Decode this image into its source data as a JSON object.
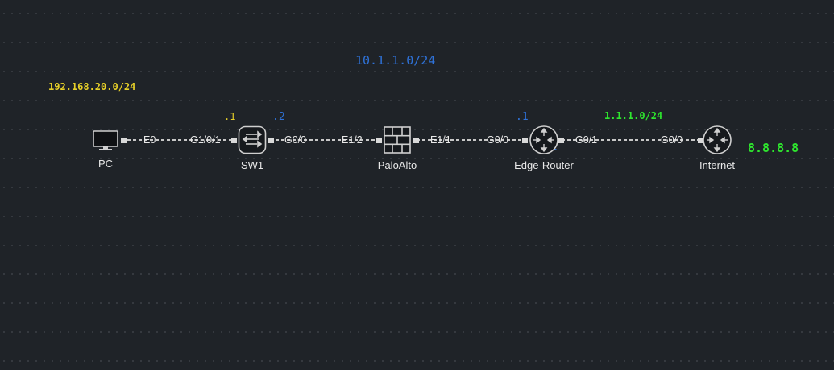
{
  "subnets": {
    "lan": "192.168.20.0/24",
    "transit": "10.1.1.0/24",
    "wan": "1.1.1.0/24",
    "internet_ip": "8.8.8.8"
  },
  "hosts": {
    "sw1_left": ".1",
    "sw1_right": ".2",
    "edge_left": ".1",
    "edge_cursor": "1"
  },
  "devices": {
    "pc": "PC",
    "sw1": "SW1",
    "paloalto": "PaloAlto",
    "edge_router": "Edge-Router",
    "internet": "Internet"
  },
  "ports": {
    "pc_e0": "E0",
    "sw1_g1": "G1/0/1",
    "sw1_g00": "G0/0",
    "pa_e12": "E1/2",
    "pa_e11": "E1/1",
    "er_g00": "G0/0",
    "er_g01": "G0/1",
    "inet_g00": "G0/0"
  },
  "colors": {
    "lan": "#e6cf28",
    "transit": "#2f72d8",
    "wan": "#2ee62e",
    "link": "#c8c8c8"
  },
  "icons": {
    "pc": "monitor-icon",
    "sw1": "switch-icon",
    "paloalto": "firewall-icon",
    "edge_router": "router-icon",
    "internet": "router-icon"
  }
}
